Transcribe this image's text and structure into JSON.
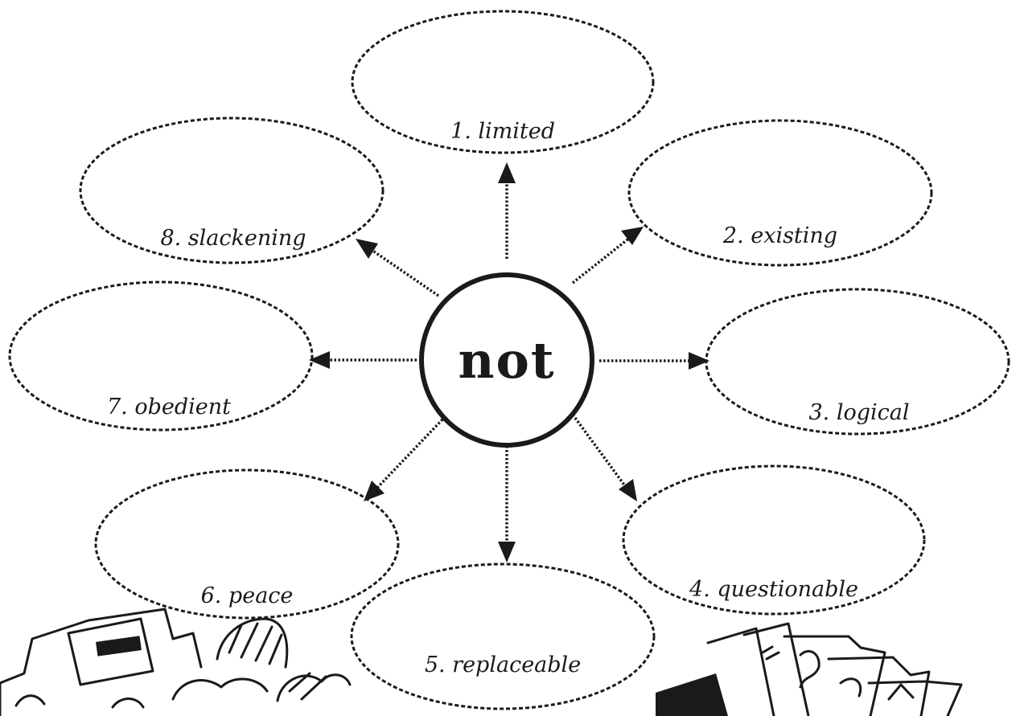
{
  "center": {
    "word": "not"
  },
  "items": [
    {
      "num": "1",
      "word": "limited"
    },
    {
      "num": "2",
      "word": "existing"
    },
    {
      "num": "3",
      "word": "logical"
    },
    {
      "num": "4",
      "word": "questionable"
    },
    {
      "num": "5",
      "word": "replaceable"
    },
    {
      "num": "6",
      "word": "peace"
    },
    {
      "num": "7",
      "word": "obedient"
    },
    {
      "num": "8",
      "word": "slackening"
    }
  ],
  "colors": {
    "ink": "#1a1a1a",
    "paper": "#ffffff"
  },
  "decorations": {
    "left": "box-of-craft-items-drawing",
    "right": "box-of-maps-drawing"
  }
}
